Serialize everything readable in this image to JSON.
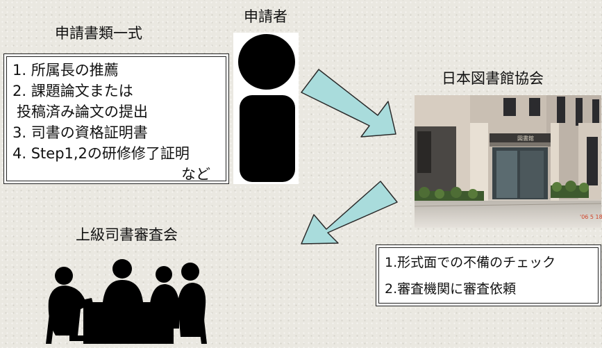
{
  "documents": {
    "title": "申請書類一式",
    "items": [
      "1.  所属長の推薦",
      "2.  課題論文または",
      "投稿済み論文の提出",
      "3.  司書の資格証明書",
      "4.  Step1,2の研修修了証明",
      "など"
    ]
  },
  "applicant": {
    "title": "申請者"
  },
  "association": {
    "title": "日本図書館協会",
    "photo_sign": "図書館",
    "photo_date": "'06 5 18"
  },
  "checks": {
    "items": [
      "1.形式面での不備のチェック",
      "2.審査機関に審査依頼"
    ]
  },
  "committee": {
    "title": "上級司書審査会"
  },
  "colors": {
    "arrow_fill": "#a9dcdc",
    "arrow_stroke": "#2a2a2a"
  }
}
